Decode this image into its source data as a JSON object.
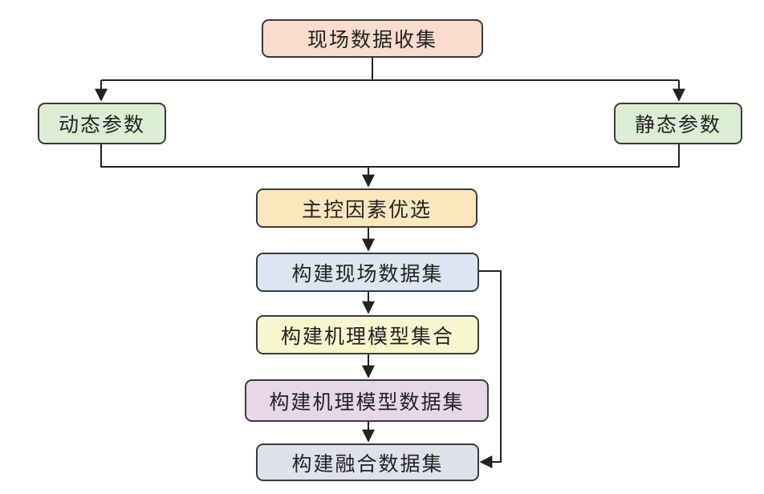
{
  "nodes": {
    "collect": {
      "label": "现场数据收集",
      "color": "#f9dccd"
    },
    "dynamic": {
      "label": "动态参数",
      "color": "#dcedd6"
    },
    "static": {
      "label": "静态参数",
      "color": "#dcedd6"
    },
    "select": {
      "label": "主控因素优选",
      "color": "#fbe7be"
    },
    "field_dataset": {
      "label": "构建现场数据集",
      "color": "#dbe6f2"
    },
    "model_set": {
      "label": "构建机理模型集合",
      "color": "#f7f6cf"
    },
    "model_dataset": {
      "label": "构建机理模型数据集",
      "color": "#e8d7e9"
    },
    "fusion_dataset": {
      "label": "构建融合数据集",
      "color": "#dfe2ea"
    }
  },
  "line_color": "#222222"
}
